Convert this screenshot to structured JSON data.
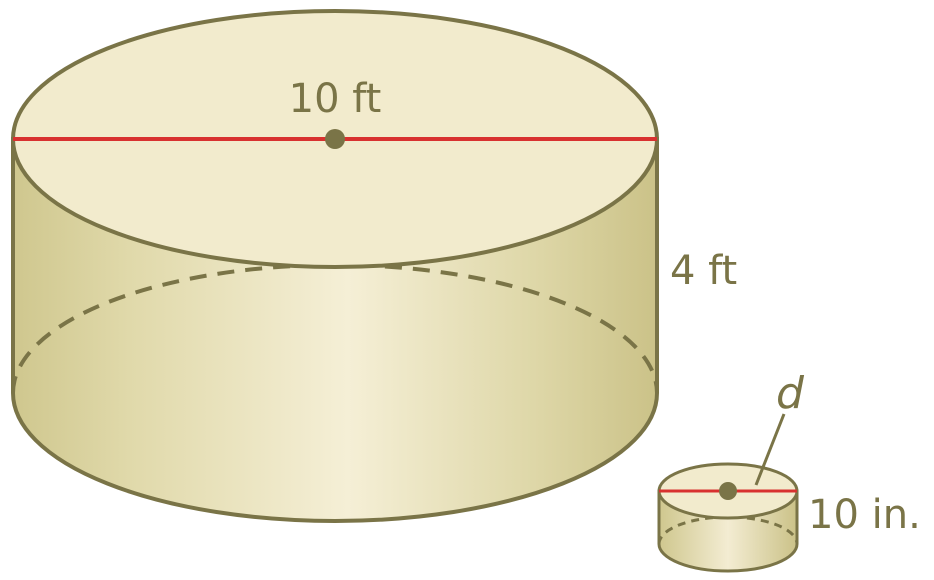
{
  "large_cylinder": {
    "diameter_label": "10 ft",
    "height_label": "4 ft"
  },
  "small_cylinder": {
    "diameter_label": "d",
    "height_label": "10 in."
  },
  "colors": {
    "outline": "#7a7447",
    "diameter_line": "#d8312f",
    "fill_light": "#f3ebcf",
    "fill_dark": "#cfc78e",
    "top_face": "#f2ebcd"
  }
}
